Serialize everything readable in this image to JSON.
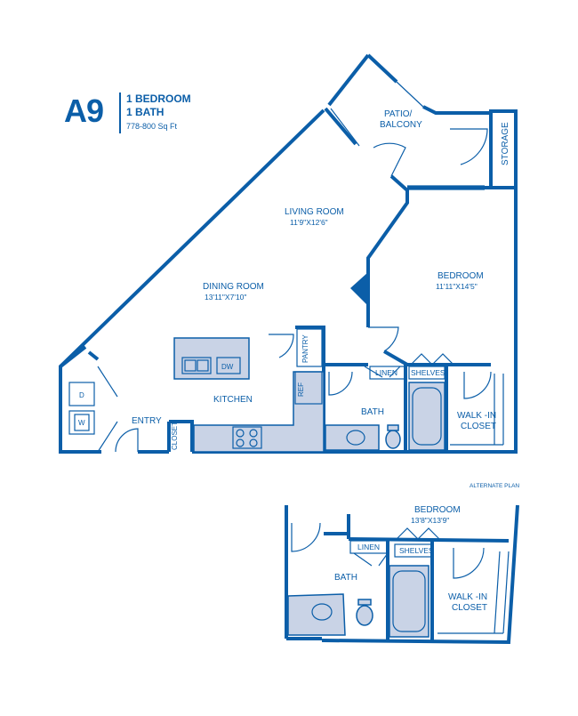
{
  "plan": {
    "code": "A9",
    "bedrooms": "1 BEDROOM",
    "baths": "1 BATH",
    "area": "778-800 Sq Ft",
    "accent_color": "#0b5ea8",
    "fixture_fill": "#c9d3e6"
  },
  "rooms": {
    "patio_1": "PATIO/",
    "patio_2": "BALCONY",
    "storage": "STORAGE",
    "living": "LIVING ROOM",
    "living_dim": "11'9\"X12'6\"",
    "dining": "DINING ROOM",
    "dining_dim": "13'11\"X7'10\"",
    "bedroom": "BEDROOM",
    "bedroom_dim": "11'11\"X14'5\"",
    "pantry": "PANTRY",
    "ref": "REF",
    "dw": "DW",
    "kitchen": "KITCHEN",
    "linen": "LINEN",
    "shelves": "SHELVES",
    "bath": "BATH",
    "walkin_1": "WALK -IN",
    "walkin_2": "CLOSET",
    "entry": "ENTRY",
    "closet": "CLOSET",
    "dryer": "D",
    "washer": "W"
  },
  "alternate": {
    "title": "ALTERNATE PLAN",
    "bedroom": "BEDROOM",
    "bedroom_dim": "13'8\"X13'9\"",
    "linen": "LINEN",
    "shelves": "SHELVES",
    "bath": "BATH",
    "walkin_1": "WALK -IN",
    "walkin_2": "CLOSET"
  }
}
